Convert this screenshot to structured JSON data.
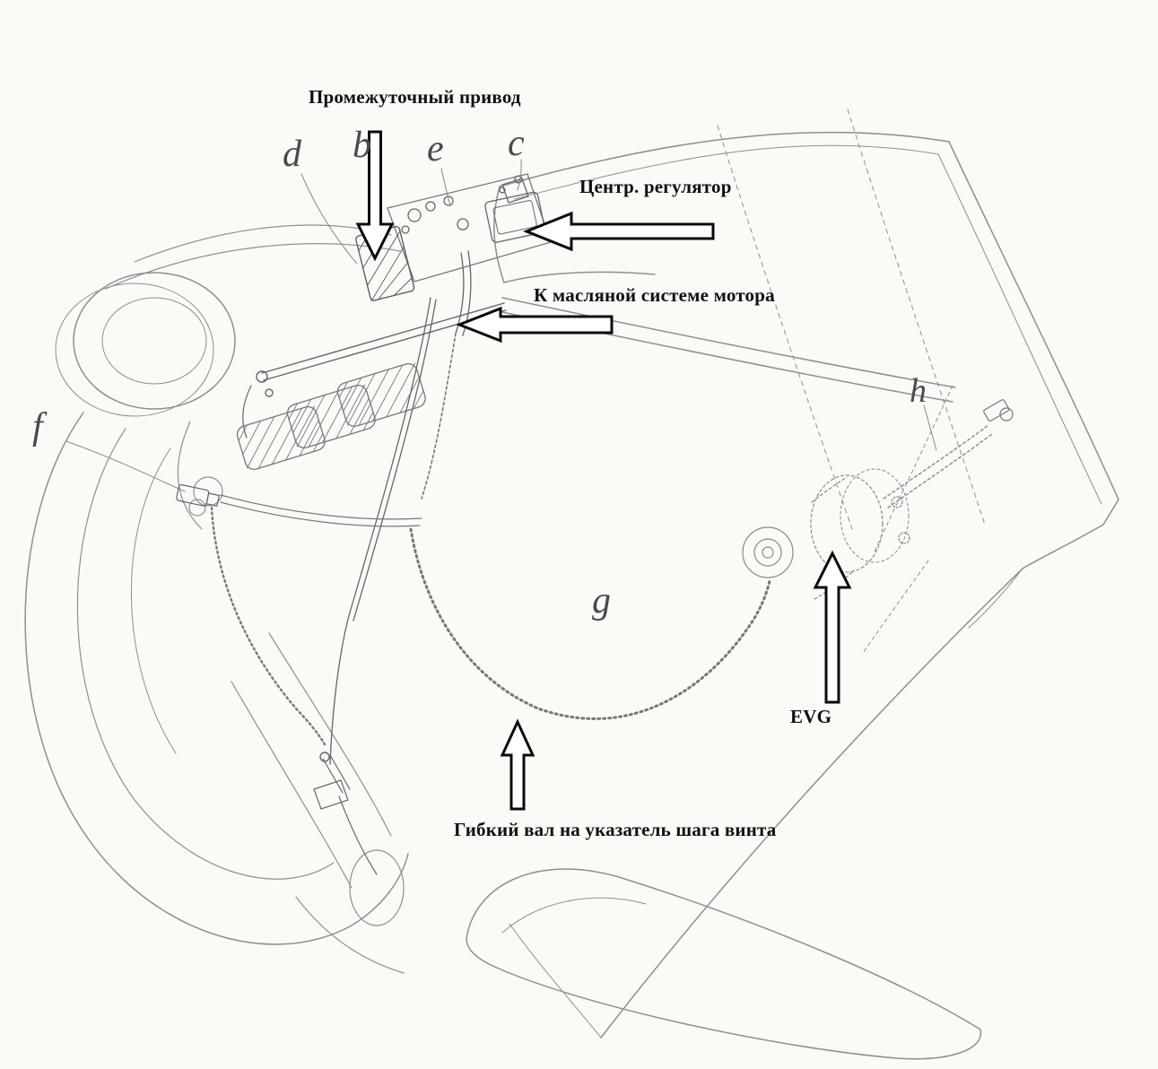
{
  "figure": {
    "annotations": {
      "intermediate_drive": "Промежуточный привод",
      "central_governor": "Центр. регулятор",
      "oil_system": "К масляной системе мотора",
      "evg": "EVG",
      "pitch_indicator_shaft": "Гибкий вал на указатель шага винта"
    },
    "part_labels": [
      "d",
      "b",
      "e",
      "c",
      "f",
      "g",
      "h"
    ],
    "colors": {
      "paper": "#fbfaf7",
      "line": "#8f8f8f",
      "annotation_text": "#101010",
      "arrow_outline": "#0a0a0a"
    }
  }
}
